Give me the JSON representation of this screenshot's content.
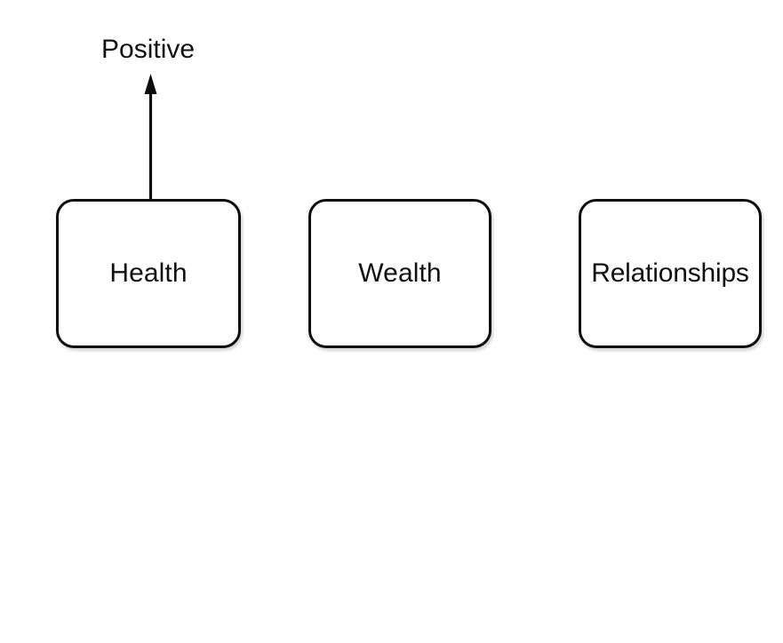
{
  "diagram": {
    "title": "Health, Wealth and Relationships with Positive direction arrow",
    "background_color": "#ffffff",
    "stroke_color": "#0d0d0d",
    "text_color": "#111111",
    "nodes": [
      {
        "id": "health",
        "label": "Health"
      },
      {
        "id": "wealth",
        "label": "Wealth"
      },
      {
        "id": "relationships",
        "label": "Relationships"
      }
    ],
    "annotations": [
      {
        "id": "positive",
        "label": "Positive",
        "icon": "up-arrow-icon",
        "from_node": "health",
        "direction": "up"
      }
    ]
  },
  "chart_data": {
    "type": "diagram",
    "title": "",
    "categories": [
      "Health",
      "Wealth",
      "Relationships"
    ],
    "annotations": [
      "Positive"
    ],
    "edges": [
      {
        "from": "Health",
        "to": "Positive",
        "style": "solid-arrow",
        "direction": "up"
      }
    ],
    "grid": false,
    "legend": "none"
  }
}
